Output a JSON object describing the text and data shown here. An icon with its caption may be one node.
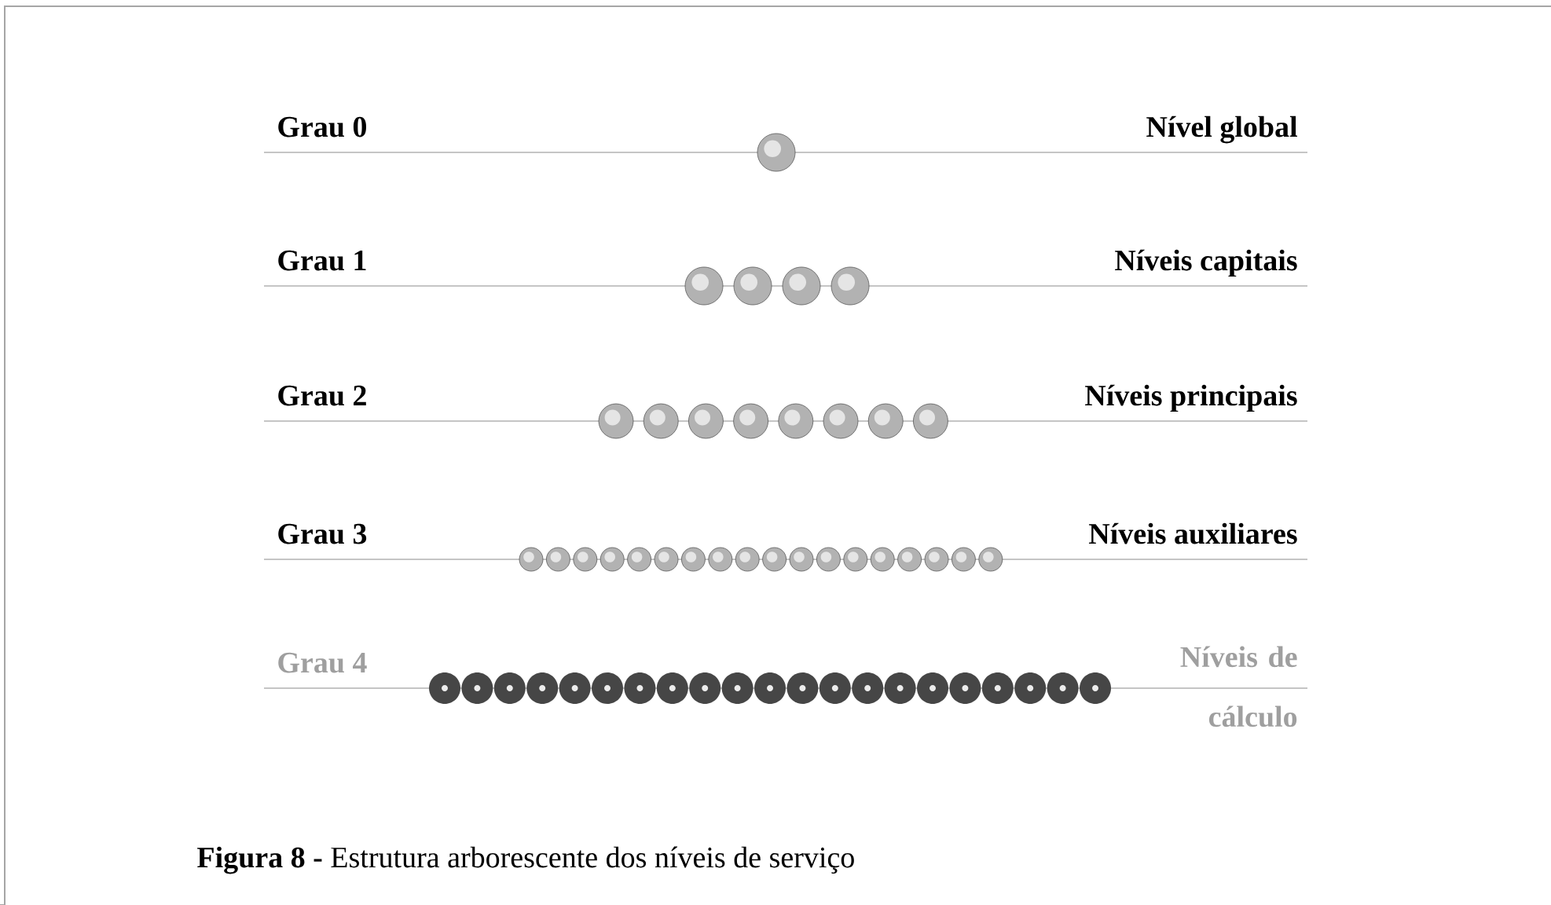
{
  "diagram": {
    "caption": "**Figura 8 -** Estrutura arborescente dos níveis de serviço",
    "labels": [
      "Grau 0",
      "Nível global",
      "Grau 1",
      "Níveis capitais",
      "Grau 2",
      "Níveis principais",
      "Grau 3",
      "Níveis auxiliares",
      "Grau 4",
      "Níveis de cálculo"
    ]
  }
}
